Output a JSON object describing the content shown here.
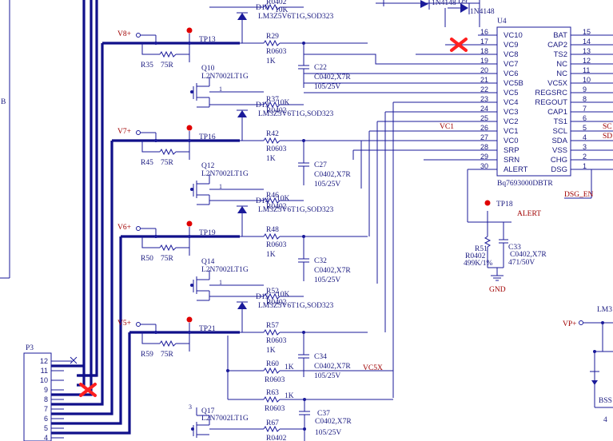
{
  "sheet": {
    "border_letter": "B"
  },
  "ic": {
    "ref": "U4",
    "part": "Bq7693000DBTR",
    "left_pins": [
      {
        "num": "16",
        "name": "VC10"
      },
      {
        "num": "17",
        "name": "VC9"
      },
      {
        "num": "18",
        "name": "VC8"
      },
      {
        "num": "19",
        "name": "VC7"
      },
      {
        "num": "20",
        "name": "VC6"
      },
      {
        "num": "21",
        "name": "VC5B"
      },
      {
        "num": "22",
        "name": "VC5"
      },
      {
        "num": "23",
        "name": "VC4"
      },
      {
        "num": "24",
        "name": "VC3"
      },
      {
        "num": "25",
        "name": "VC2"
      },
      {
        "num": "26",
        "name": "VC1"
      },
      {
        "num": "27",
        "name": "VC0"
      },
      {
        "num": "28",
        "name": "SRP"
      },
      {
        "num": "29",
        "name": "SRN"
      },
      {
        "num": "30",
        "name": "ALERT"
      }
    ],
    "right_pins": [
      {
        "num": "15",
        "name": "BAT"
      },
      {
        "num": "14",
        "name": "CAP2"
      },
      {
        "num": "13",
        "name": "TS2"
      },
      {
        "num": "12",
        "name": "NC"
      },
      {
        "num": "11",
        "name": "NC"
      },
      {
        "num": "10",
        "name": "VC5X"
      },
      {
        "num": "9",
        "name": "REGSRC"
      },
      {
        "num": "8",
        "name": "REGOUT"
      },
      {
        "num": "7",
        "name": "CAP1"
      },
      {
        "num": "6",
        "name": "TS1"
      },
      {
        "num": "5",
        "name": "SCL"
      },
      {
        "num": "4",
        "name": "SDA"
      },
      {
        "num": "3",
        "name": "VSS"
      },
      {
        "num": "2",
        "name": "CHG"
      },
      {
        "num": "1",
        "name": "DSG"
      }
    ],
    "right_nets_partial": {
      "scl": "SC",
      "sda": "SD"
    }
  },
  "diodes_top": {
    "d_left": "1N4148",
    "d9_ref": "D9",
    "d9_value": "1N4148"
  },
  "cells": [
    {
      "r_top_ref": "R0402",
      "r_top_value": "10K",
      "zener_ref": "D10",
      "zener_part": "LM3Z5V6T1G,SOD323",
      "supply": "V8+",
      "tp": "TP13",
      "r_series_ref": "R29",
      "r_series_pkg": "R0603",
      "r_series_value": "1K",
      "r_gate_ref": "R35",
      "r_gate_value": "75R",
      "fet_ref": "Q10",
      "fet_part": "L2N7002LT1G",
      "cap_ref": "C22",
      "cap_pkg": "C0402,X7R",
      "cap_value": "105/25V"
    },
    {
      "r_top_ref": "R37",
      "r_top_pkg": "R0402",
      "r_top_value": "10K",
      "zener_ref": "D13",
      "zener_part": "LM3Z5V6T1G,SOD323",
      "supply": "V7+",
      "tp": "TP16",
      "r_series_ref": "R42",
      "r_series_pkg": "R0603",
      "r_series_value": "1K",
      "r_gate_ref": "R45",
      "r_gate_value": "75R",
      "fet_ref": "Q12",
      "fet_part": "L2N7002LT1G",
      "cap_ref": "C27",
      "cap_pkg": "C0402,X7R",
      "cap_value": "105/25V"
    },
    {
      "r_top_ref": "R46",
      "r_top_pkg": "R0402",
      "r_top_value": "10K",
      "zener_ref": "D14",
      "zener_part": "LM3Z5V6T1G,SOD323",
      "supply": "V6+",
      "tp": "TP19",
      "r_series_ref": "R48",
      "r_series_pkg": "R0603",
      "r_series_value": "1K",
      "r_gate_ref": "R50",
      "r_gate_value": "75R",
      "fet_ref": "Q14",
      "fet_part": "L2N7002LT1G",
      "cap_ref": "C32",
      "cap_pkg": "C0402,X7R",
      "cap_value": "105/25V"
    },
    {
      "r_top_ref": "R52",
      "r_top_pkg": "R0402",
      "r_top_value": "10K",
      "zener_ref": "D15",
      "zener_part": "LM3Z5V6T1G,SOD323",
      "supply": "V5+",
      "tp": "TP21",
      "r_series_ref": "R57",
      "r_series_pkg": "R0603",
      "r_series_value": "1K",
      "r_gate_ref": "R59",
      "r_gate_value": "75R",
      "cap_ref": "C34",
      "cap_pkg": "C0402,X7R",
      "cap_value": "105/25V",
      "cap_net": "VC5X"
    }
  ],
  "extra": {
    "r60_ref": "R60",
    "r60_value": "1K",
    "r60_pkg": "R0603",
    "r63_ref": "R63",
    "r63_value": "1K",
    "r63_pkg": "R0603",
    "q17_ref": "Q17",
    "q17_part": "L2N7002LT1G",
    "c37_ref": "C37",
    "c37_pkg": "C0402,X7R",
    "c37_value": "105/25V",
    "r67_ref": "R67",
    "r67_pkg": "R0402"
  },
  "alert_block": {
    "tp": "TP18",
    "net": "ALERT",
    "r_ref": "R51",
    "r_pkg": "R0402",
    "r_value": "499K/1%",
    "c_ref": "C33",
    "c_pkg": "C0402,X7R",
    "c_value": "471/50V",
    "gnd": "GND",
    "dsg_net": "DSG_EN",
    "vc1_net": "VC1"
  },
  "connector": {
    "ref": "P3",
    "pins": [
      "12",
      "11",
      "10",
      "9",
      "8",
      "7",
      "6",
      "5",
      "4"
    ]
  },
  "right_edge": {
    "supply": "VP+",
    "ref_partial": "LM3",
    "part_partial": "BSS",
    "extra_partial": "4"
  },
  "colors": {
    "wire": "#1a1a9a",
    "bus": "#10108a",
    "text": "#1a1a80",
    "net_red": "#a00000",
    "probe": "#e00000"
  }
}
